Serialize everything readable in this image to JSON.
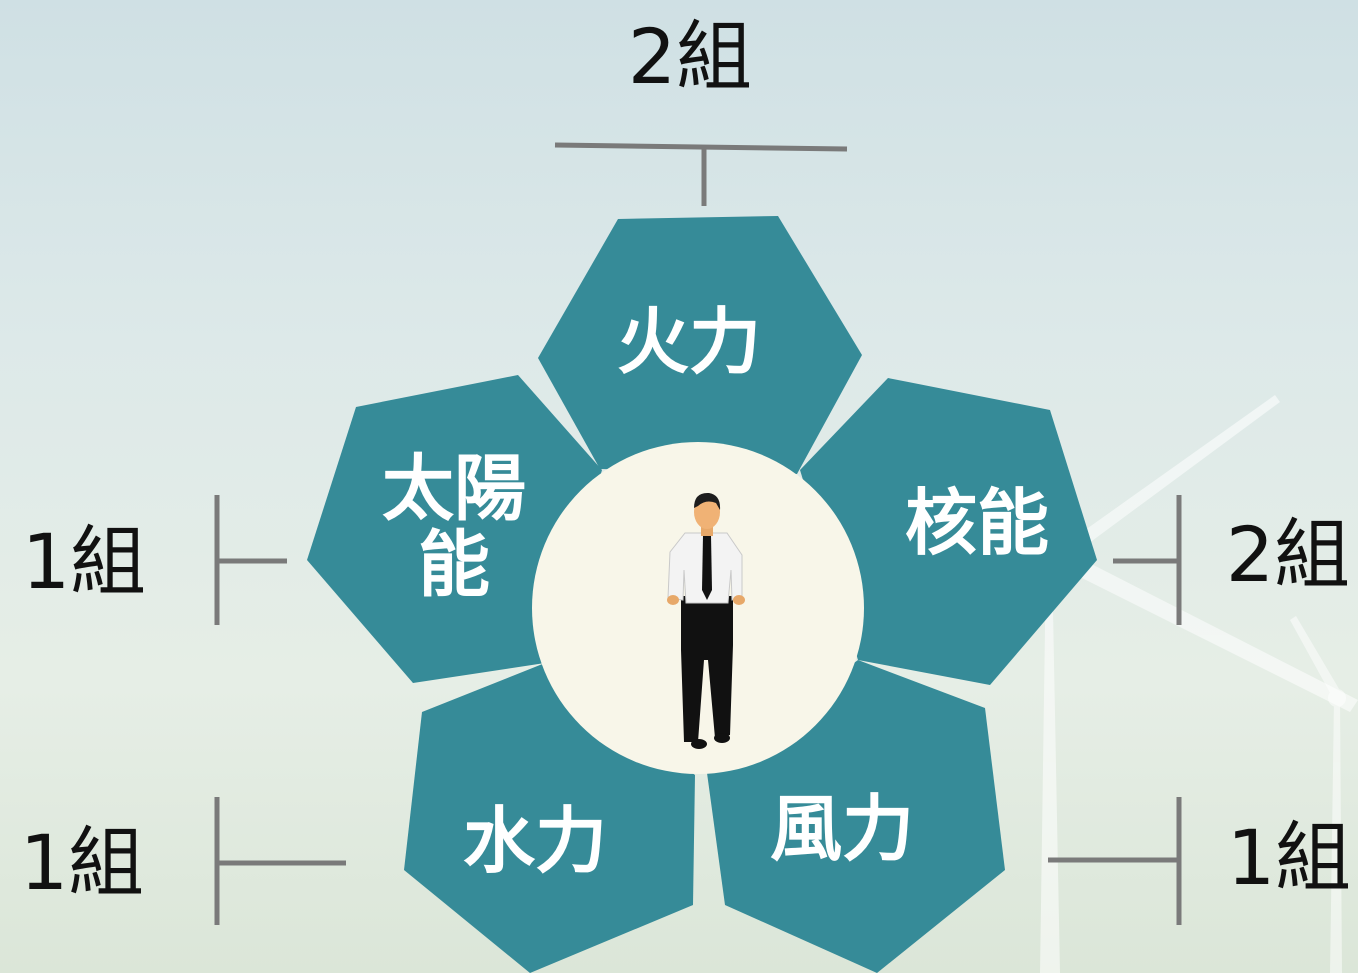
{
  "colors": {
    "petal": "#368b98",
    "center": "#f8f6e9",
    "connector": "#7a7a7a",
    "label_text": "#ffffff",
    "count_text": "#111111"
  },
  "background": {
    "scene": "wind-turbine-icon"
  },
  "center_figure": {
    "icon": "businessman-walking-icon"
  },
  "petals": [
    {
      "id": "fire",
      "label": "火力"
    },
    {
      "id": "nuclear",
      "label": "核能"
    },
    {
      "id": "wind",
      "label": "風力"
    },
    {
      "id": "hydro",
      "label": "水力"
    },
    {
      "id": "solar",
      "label": "太陽\n能"
    }
  ],
  "counts": {
    "fire": "2組",
    "nuclear": "2組",
    "wind": "1組",
    "hydro": "1組",
    "solar": "1組"
  }
}
